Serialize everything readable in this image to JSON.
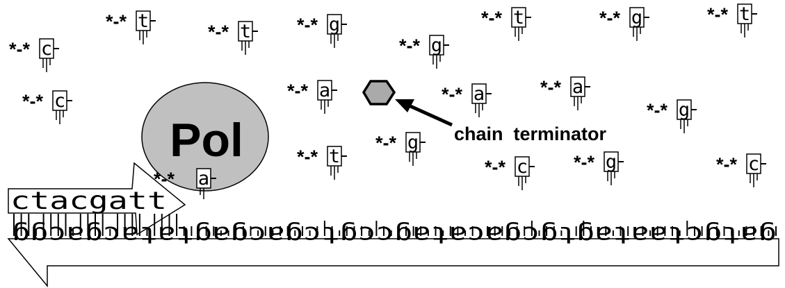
{
  "polymerase": {
    "label": "Pol",
    "color": "#c0c0c0"
  },
  "chain_terminator": {
    "label": "chain  terminator",
    "color": "#aaaaaa"
  },
  "nucleotide_prefix": "*-*",
  "free_nucleotides": [
    "c",
    "t",
    "t",
    "g",
    "g",
    "t",
    "g",
    "t",
    "c",
    "a",
    "a",
    "a",
    "g",
    "g",
    "t",
    "c",
    "g",
    "c"
  ],
  "bound_nucleotide": "a",
  "primer": {
    "sequence": "ctacgatt"
  },
  "template": {
    "sequence": "gatgctaatagtgcgacatagccgtcgacgagtatacgacgg"
  }
}
